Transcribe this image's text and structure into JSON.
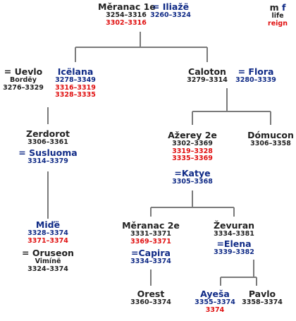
{
  "colors": {
    "name": "#222222",
    "spouse": "#0f2a86",
    "reign": "#e01010",
    "line": "#7a7a7a"
  },
  "legend": {
    "male": "m",
    "female": "f",
    "life": "life",
    "reign": "reign"
  },
  "people": {
    "meranac1": {
      "name": "Měranac 1e",
      "life": "3254–3316",
      "reign": "3302–3316"
    },
    "iliaze": {
      "name": "= Iliažë",
      "life": "3260–3324"
    },
    "uevlo": {
      "name": "= Uevlo",
      "house": "Bordëy",
      "life": "3276–3329"
    },
    "icelana": {
      "name": "Icëlana",
      "life": "3278–3349",
      "reign1": "3316–3319",
      "reign2": "3328–3335"
    },
    "caloton": {
      "name": "Caloton",
      "life": "3279–3314"
    },
    "flora": {
      "name": "= Flora",
      "life": "3280–3339"
    },
    "zerdorot": {
      "name": "Zerdorot",
      "life": "3306–3361"
    },
    "susluoma": {
      "name": "= Susluoma",
      "life": "3314–3379"
    },
    "azerey": {
      "name": "Ažerey 2e",
      "life": "3302–3369",
      "reign1": "3319–3328",
      "reign2": "3335–3369"
    },
    "katye": {
      "name": "=Katye",
      "life": "3305–3368"
    },
    "domucon": {
      "name": "Dómucon",
      "life": "3306–3358"
    },
    "mide": {
      "name": "Miďë",
      "life": "3328–3374",
      "reign": "3371–3374"
    },
    "oruseon": {
      "name": "= Oruseon",
      "house": "Vimínë",
      "life": "3324–3374"
    },
    "meranac2": {
      "name": "Měranac 2e",
      "life": "3331–3371",
      "reign": "3369–3371"
    },
    "capira": {
      "name": "=Capira",
      "life": "3334–3374"
    },
    "zevuran": {
      "name": "Ževuran",
      "life": "3334–3381"
    },
    "elena": {
      "name": "=Elena",
      "life": "3339–3382"
    },
    "orest": {
      "name": "Orest",
      "life": "3360–3374"
    },
    "ayesa": {
      "name": "Ayeša",
      "life": "3355–3374",
      "reign": "3374"
    },
    "pavlo": {
      "name": "Pavlo",
      "life": "3358–3374"
    }
  }
}
